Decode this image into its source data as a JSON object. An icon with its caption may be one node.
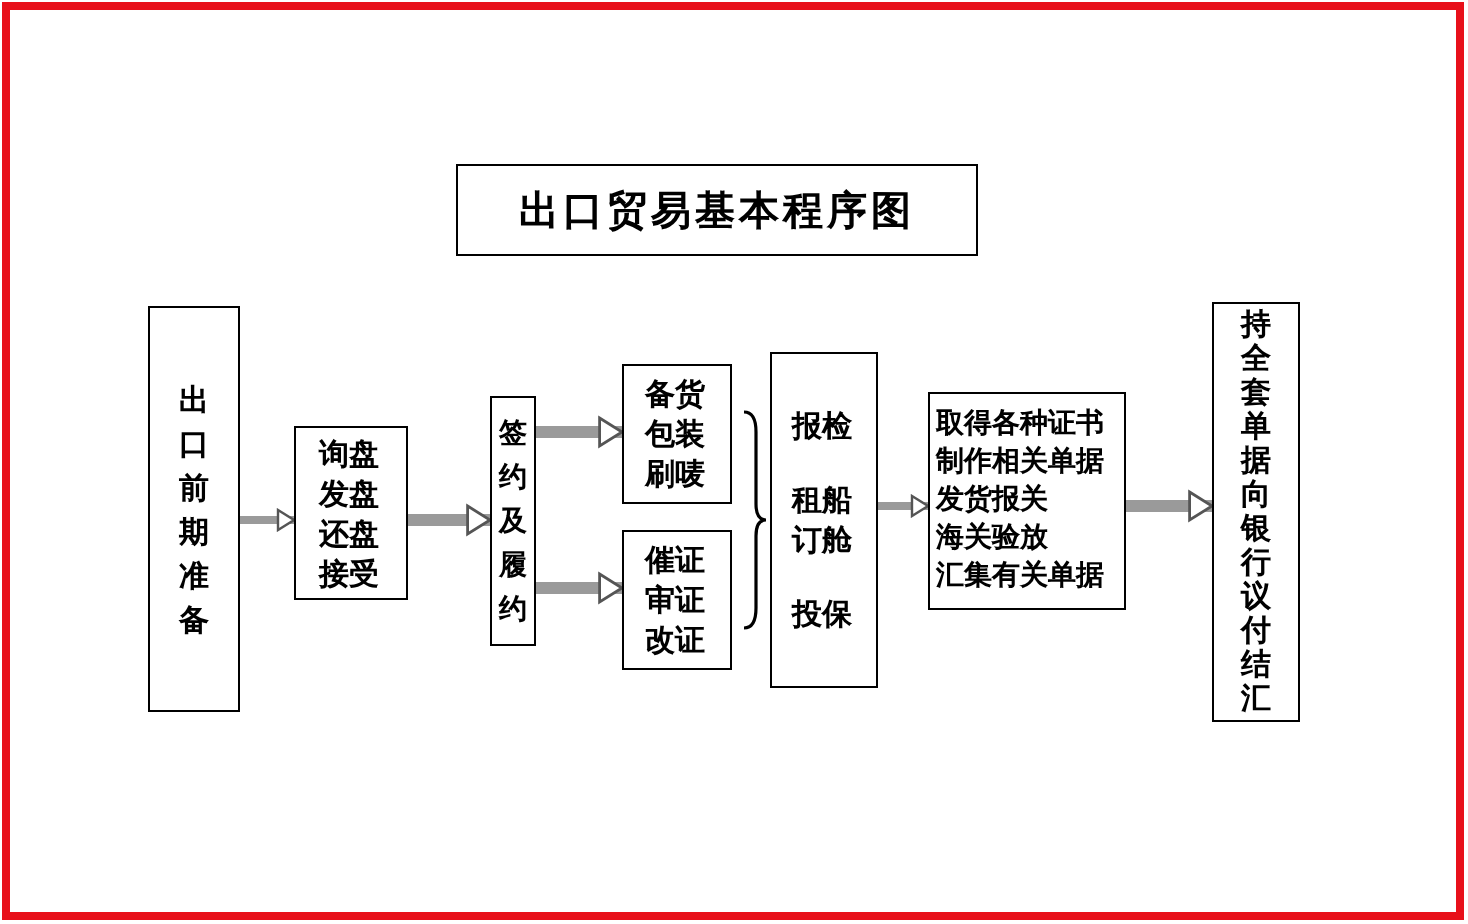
{
  "diagram": {
    "nodes": [
      {
        "text": [
          "出口贸易基本程序图"
        ]
      },
      {
        "text": [
          "出口前期准备"
        ]
      },
      {
        "text": [
          "询盘发盘还盘接受"
        ]
      },
      {
        "text": [
          "签约及履约"
        ]
      },
      {
        "text": [
          "备货包装刷唛"
        ]
      },
      {
        "text": [
          "催证审证改证"
        ]
      },
      {
        "text": [
          "报检",
          "租船订舱",
          "投保"
        ]
      },
      {
        "text": [
          "取得各种证书",
          "制作相关单据",
          "发货报关",
          "海关验放",
          "汇集有关单据"
        ]
      },
      {
        "text": [
          "持全套单据向银行议付结汇"
        ]
      }
    ],
    "edges": [
      {
        "from": 1,
        "to": 2,
        "arrow": "to"
      },
      {
        "from": 2,
        "to": 3,
        "arrow": "to"
      },
      {
        "from": 3,
        "to": 4,
        "arrow": "to"
      },
      {
        "from": 3,
        "to": 5,
        "arrow": "to"
      },
      {
        "from": 6,
        "to": 7,
        "arrow": "to"
      },
      {
        "from": 7,
        "to": 8,
        "arrow": "to"
      }
    ]
  }
}
